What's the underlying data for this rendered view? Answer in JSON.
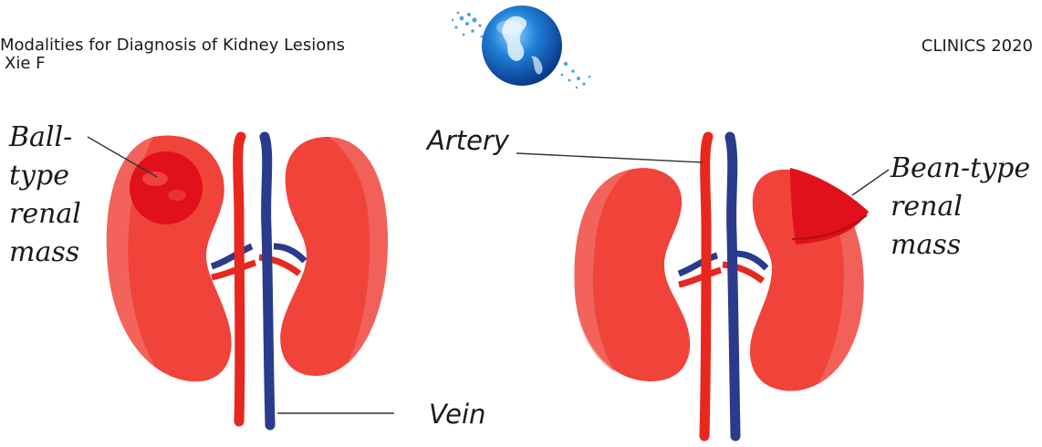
{
  "header": {
    "title": "Modalities for Diagnosis of Kidney Lesions",
    "author": "Xie F",
    "journal": "CLINICS 2020"
  },
  "logo": {
    "icon": "globe-logo-icon"
  },
  "labels": {
    "ball_line1": "Ball-",
    "ball_line2": "type",
    "ball_line3": "renal",
    "ball_line4": "mass",
    "artery": "Artery",
    "vein": "Vein",
    "bean_line1": "Bean-type",
    "bean_line2": "renal",
    "bean_line3": "mass"
  },
  "colors": {
    "kidney": "#f0433a",
    "kidney_light": "#f47a72",
    "artery": "#e8271f",
    "vein": "#2a3a8c",
    "mass": "#e0111a"
  }
}
